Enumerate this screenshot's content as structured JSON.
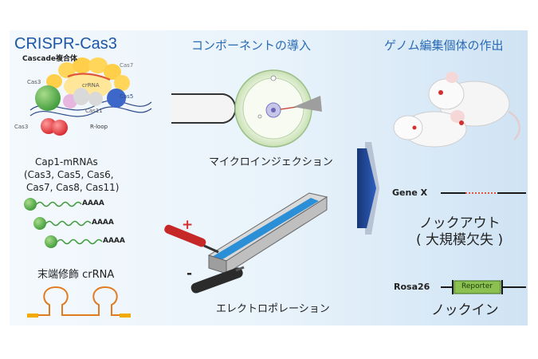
{
  "headers": {
    "crispr_title": "CRISPR-Cas3",
    "delivery_title": "コンポーネントの導入",
    "result_title": "ゲノム編集個体の作出"
  },
  "complex": {
    "label": "Cascade複合体",
    "cas3_a": "Cas3",
    "cas7": "Cas7",
    "crrna": "crRNA",
    "cas5": "Cas5",
    "cas11": "Cas11",
    "cas3_b": "Cas3",
    "rloop": "R-loop"
  },
  "mrnas": {
    "line1": "Cap1-mRNAs",
    "line2": "(Cas3, Cas5, Cas6,",
    "line3": "Cas7, Cas8, Cas11)",
    "polya": "AAAA"
  },
  "crrna_label": "末端修飾 crRNA",
  "methods": {
    "microinjection": "マイクロインジェクション",
    "electroporation": "エレクトロポレーション",
    "plus": "+",
    "minus": "-"
  },
  "results": {
    "gene_x": "Gene X",
    "knockout_line1": "ノックアウト",
    "knockout_line2": "( 大規模欠失 )",
    "rosa26": "Rosa26",
    "reporter": "Reporter",
    "knockin": "ノックイン"
  },
  "colors": {
    "title_blue": "#1c56a6",
    "header_blue": "#2a6bb5",
    "deletion_red": "#e0553b",
    "reporter_green": "#8cc152",
    "arrow_blue": "#1e3f8f"
  }
}
